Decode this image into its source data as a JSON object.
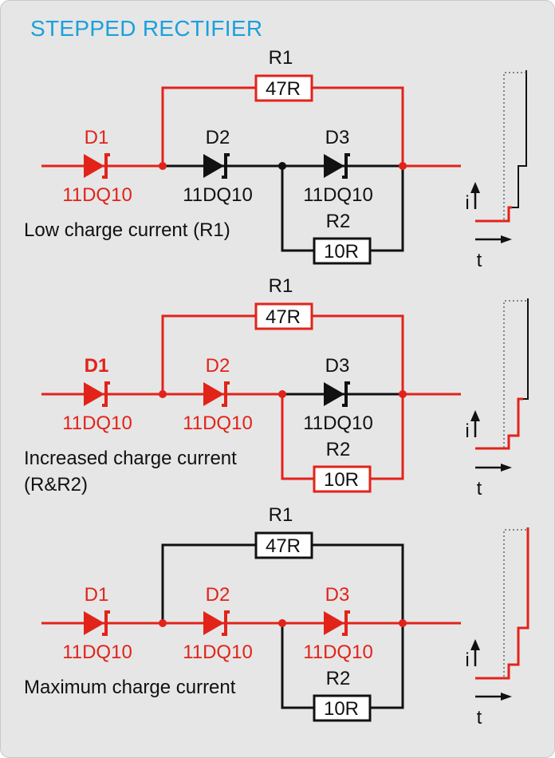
{
  "title": "STEPPED RECTIFIER",
  "colors": {
    "active": "#e2231a",
    "inactive": "#111111",
    "title": "#1aa0dc"
  },
  "panels": [
    {
      "caption": [
        "Low charge current (R1)"
      ],
      "d1": {
        "name": "D1",
        "part": "11DQ10",
        "active": true
      },
      "d2": {
        "name": "D2",
        "part": "11DQ10",
        "active": false
      },
      "d3": {
        "name": "D3",
        "part": "11DQ10",
        "active": false
      },
      "r1": {
        "name": "R1",
        "value": "47R",
        "active": true
      },
      "r2": {
        "name": "R2",
        "value": "10R",
        "active": false
      },
      "graph": {
        "current_label": "i",
        "time_label": "t",
        "active_steps": 1
      }
    },
    {
      "caption": [
        "Increased charge current",
        "(R&R2)"
      ],
      "d1": {
        "name": "D1",
        "part": "11DQ10",
        "active": true
      },
      "d2": {
        "name": "D2",
        "part": "11DQ10",
        "active": true
      },
      "d3": {
        "name": "D3",
        "part": "11DQ10",
        "active": false
      },
      "r1": {
        "name": "R1",
        "value": "47R",
        "active": true
      },
      "r2": {
        "name": "R2",
        "value": "10R",
        "active": true
      },
      "graph": {
        "current_label": "i",
        "time_label": "t",
        "active_steps": 2
      }
    },
    {
      "caption": [
        "Maximum charge current"
      ],
      "d1": {
        "name": "D1",
        "part": "11DQ10",
        "active": true
      },
      "d2": {
        "name": "D2",
        "part": "11DQ10",
        "active": true
      },
      "d3": {
        "name": "D3",
        "part": "11DQ10",
        "active": true
      },
      "r1": {
        "name": "R1",
        "value": "47R",
        "active": false
      },
      "r2": {
        "name": "R2",
        "value": "10R",
        "active": false
      },
      "graph": {
        "current_label": "i",
        "time_label": "t",
        "active_steps": 3
      }
    }
  ]
}
